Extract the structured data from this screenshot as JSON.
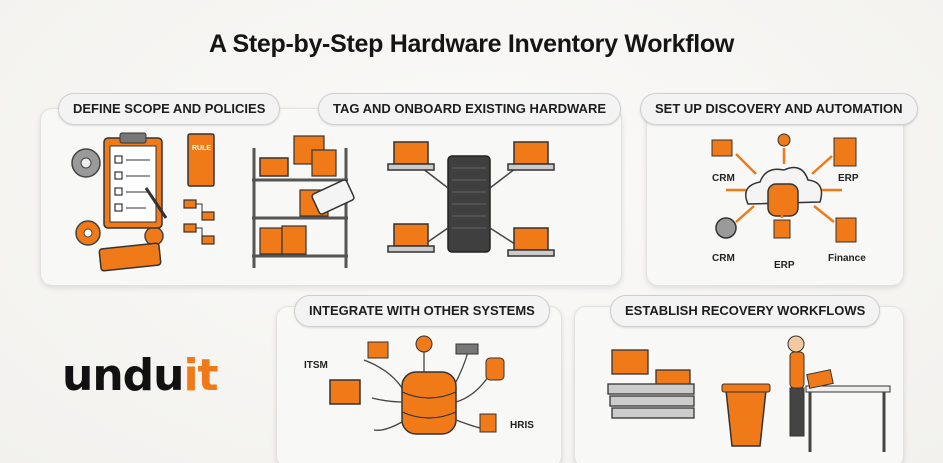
{
  "title": "A Step-by-Step Hardware Inventory Workflow",
  "steps": [
    {
      "label": "DEFINE SCOPE AND POLICIES"
    },
    {
      "label": "TAG AND ONBOARD EXISTING HARDWARE"
    },
    {
      "label": "SET UP DISCOVERY AND AUTOMATION"
    },
    {
      "label": "INTEGRATE WITH OTHER SYSTEMS"
    },
    {
      "label": "ESTABLISH RECOVERY WORKFLOWS"
    }
  ],
  "discovery_labels": {
    "crm_top": "CRM",
    "erp_top": "ERP",
    "crm_bottom": "CRM",
    "erp_bottom": "ERP",
    "finance": "Finance"
  },
  "integrate_labels": {
    "itsm": "ITSM",
    "hris": "HRIS"
  },
  "document_label": "RULE",
  "logo": {
    "text_a": "undu",
    "text_b": "it"
  },
  "colors": {
    "accent": "#f07a18",
    "dark": "#3a3a3a",
    "title": "#151515"
  }
}
